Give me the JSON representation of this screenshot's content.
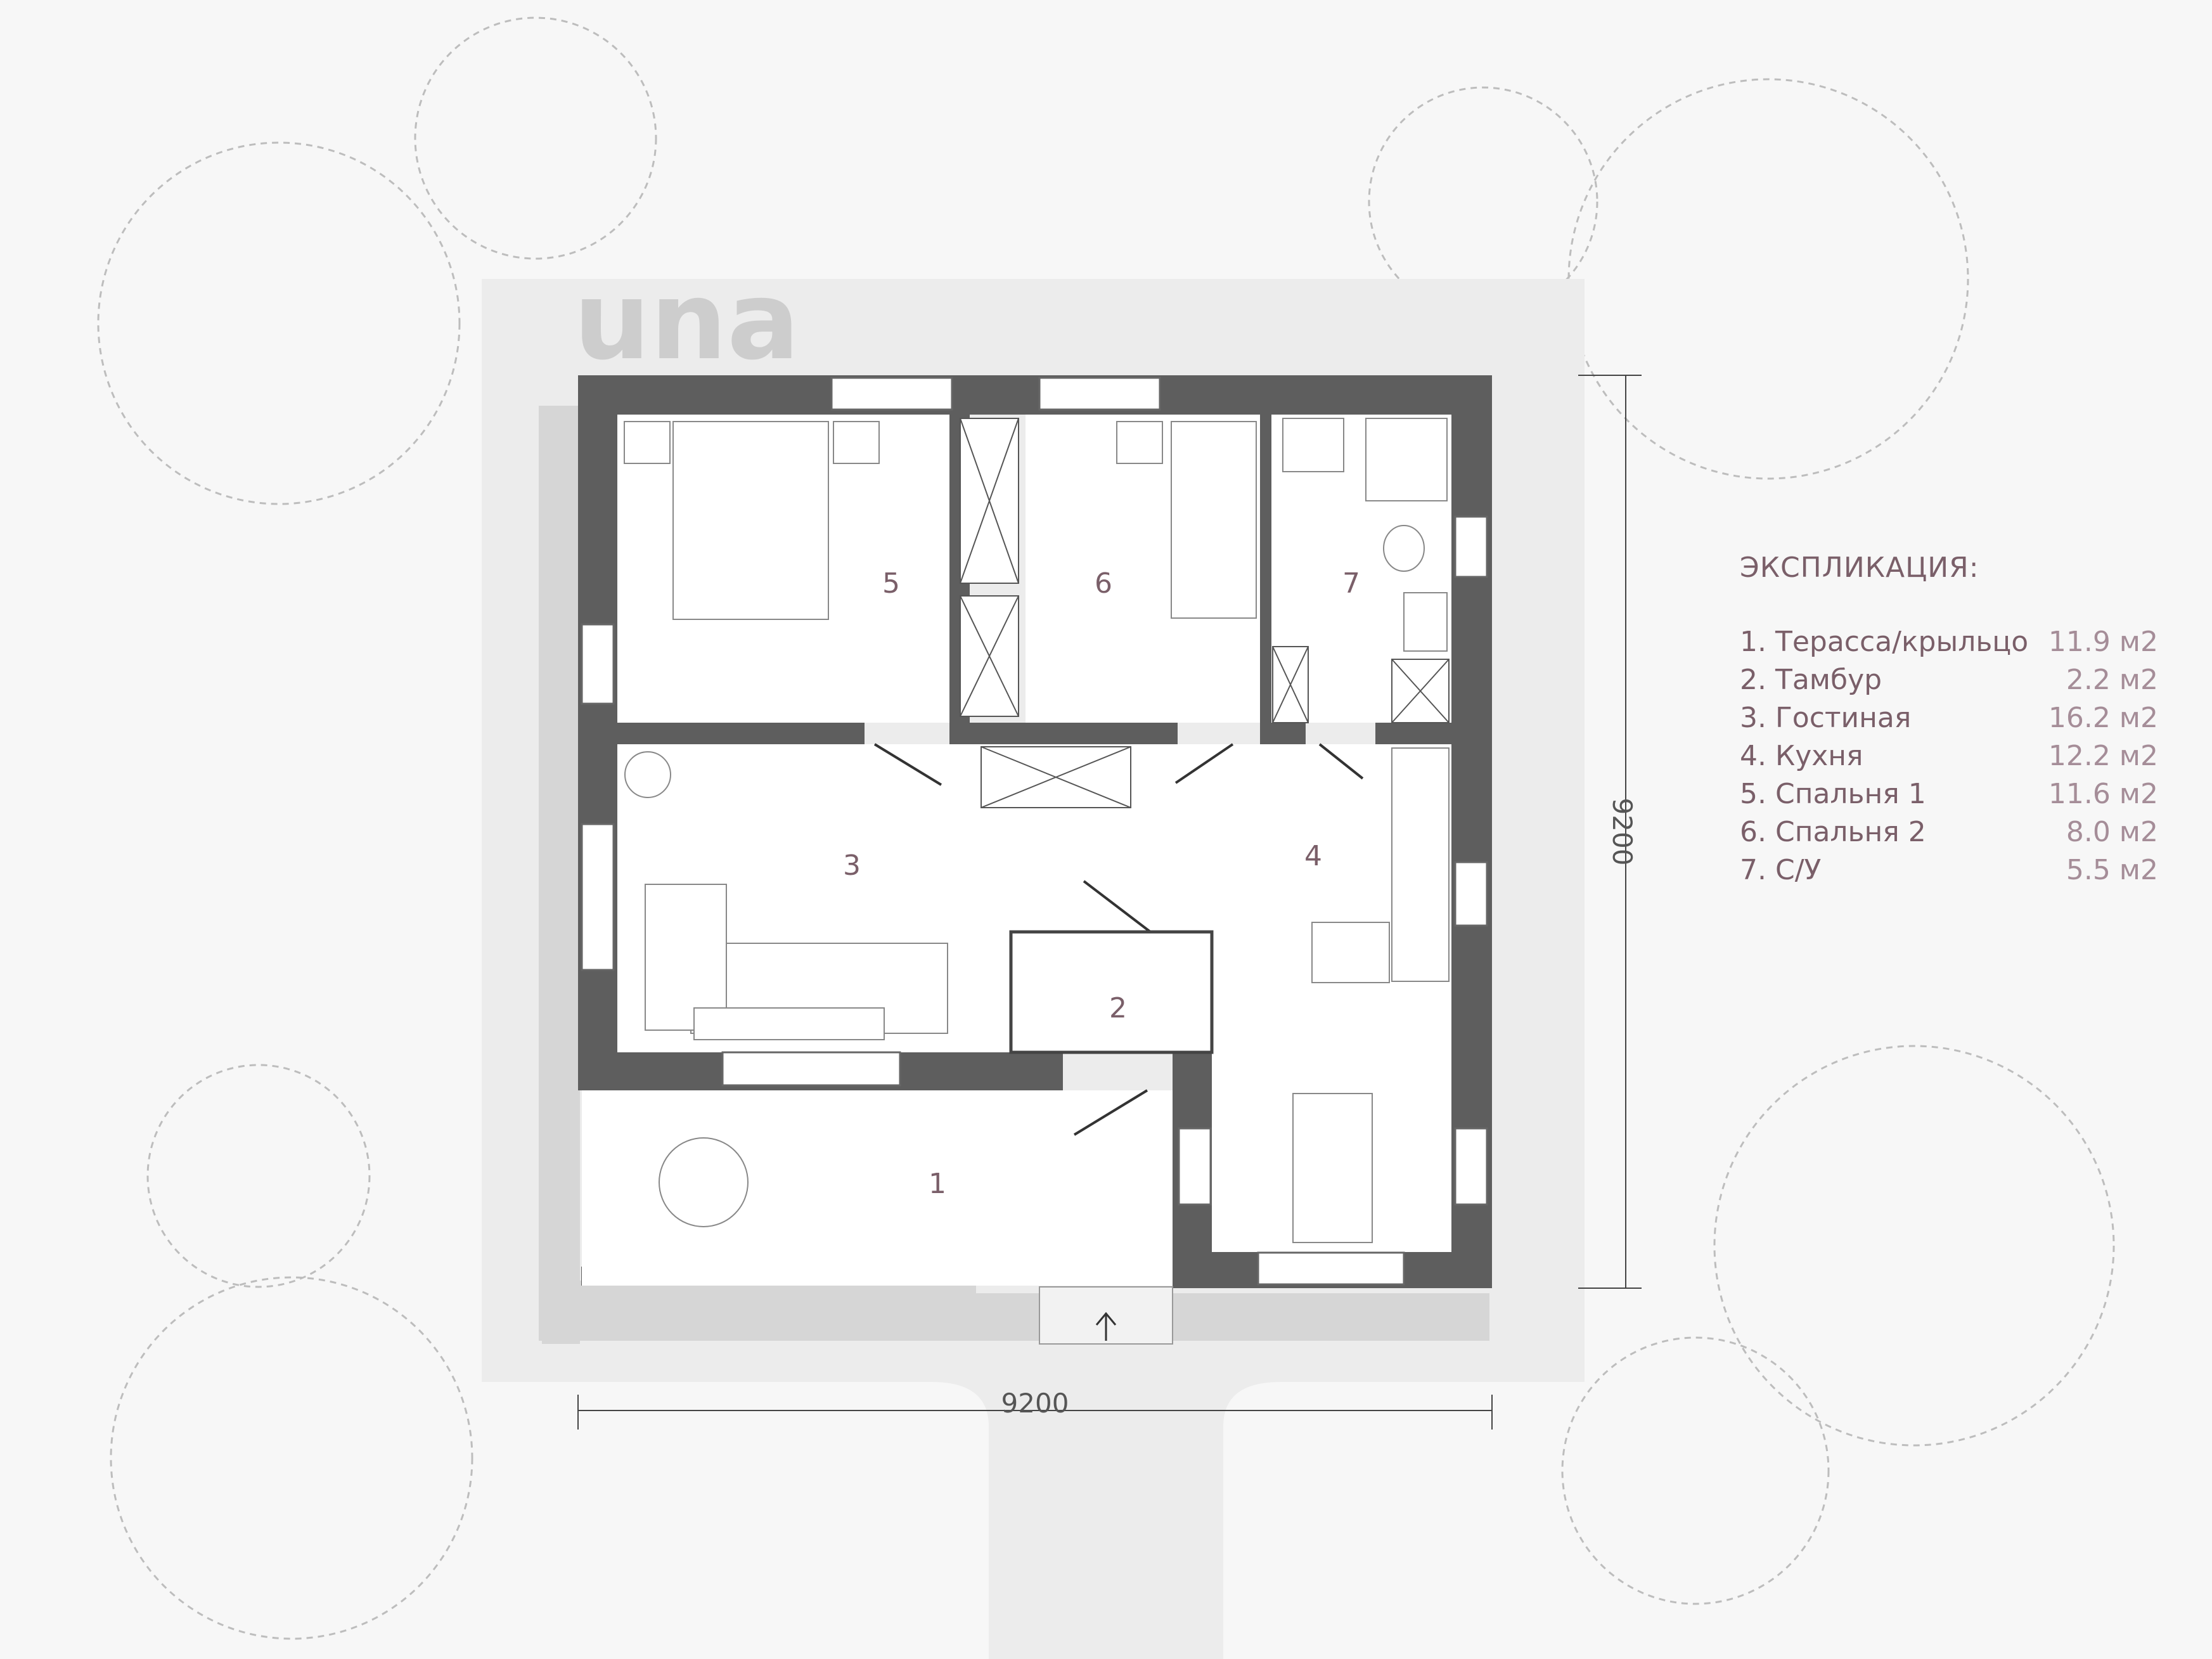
{
  "brand": {
    "logo_text": "una"
  },
  "dimensions": {
    "width": "9200",
    "height": "9200"
  },
  "rooms": [
    {
      "num": "1"
    },
    {
      "num": "2"
    },
    {
      "num": "3"
    },
    {
      "num": "4"
    },
    {
      "num": "5"
    },
    {
      "num": "6"
    },
    {
      "num": "7"
    }
  ],
  "legend": {
    "title": "ЭКСПЛИКАЦИЯ:",
    "items": [
      {
        "label": "1. Терасса/крыльцо",
        "area": "11.9 м2"
      },
      {
        "label": "2. Тамбур",
        "area": "2.2 м2"
      },
      {
        "label": "3. Гостиная",
        "area": "16.2 м2"
      },
      {
        "label": "4. Кухня",
        "area": "12.2 м2"
      },
      {
        "label": "5. Спальня 1",
        "area": "11.6 м2"
      },
      {
        "label": "6. Спальня 2",
        "area": "8.0 м2"
      },
      {
        "label": "7. С/У",
        "area": "5.5 м2"
      }
    ]
  },
  "colors": {
    "wall": "#5e5e5e",
    "shadow": "#d6d6d6",
    "site": "#ececec",
    "accent": "#7a5f69"
  }
}
